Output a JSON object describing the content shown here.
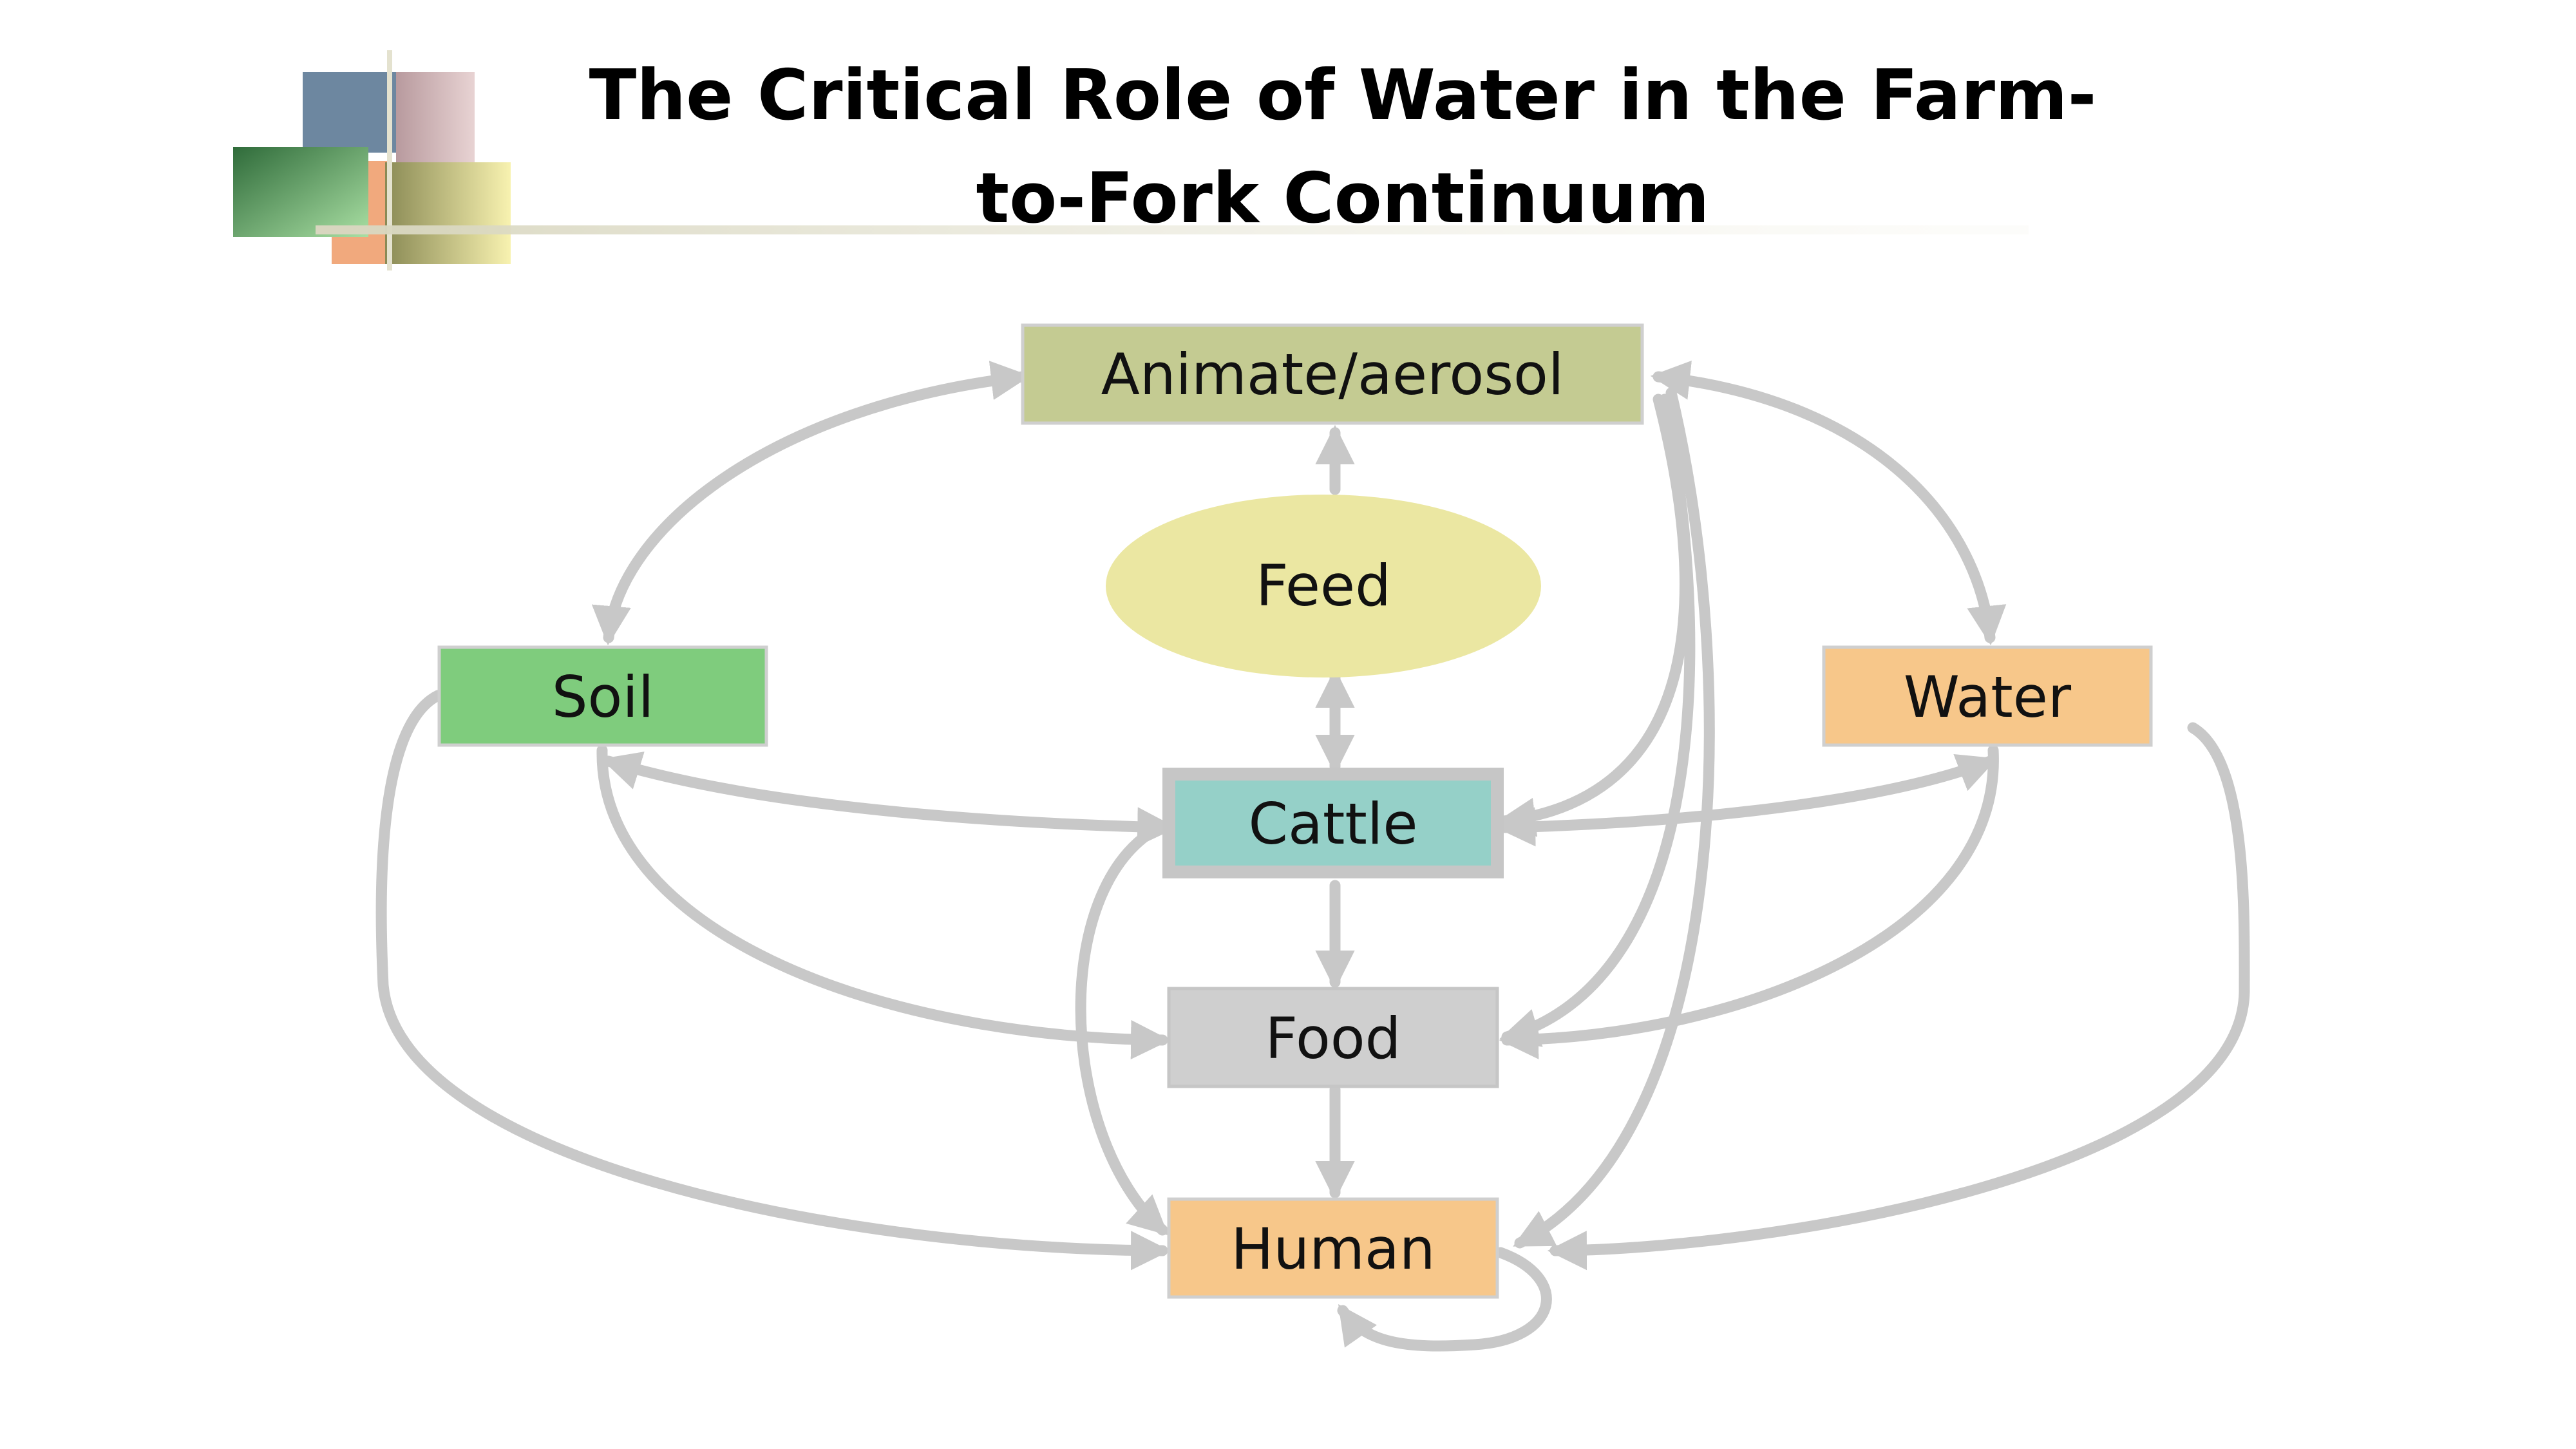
{
  "title": {
    "line1": "The Critical Role of Water in the Farm-",
    "line2": "to-Fork Continuum"
  },
  "nodes": {
    "animate": "Animate/aerosol",
    "feed": "Feed",
    "soil": "Soil",
    "water": "Water",
    "cattle": "Cattle",
    "food": "Food",
    "human": "Human"
  },
  "colors": {
    "animate_fill": "#c4cb92",
    "feed_fill": "#ebe7a2",
    "soil_fill": "#7fcc7d",
    "water_fill": "#f7c78a",
    "cattle_fill": "#95d0c8",
    "cattle_border": "#c6c6c6",
    "food_fill": "#cfcfcf",
    "human_fill": "#f7c78a",
    "arrow": "#c8c8c8"
  }
}
